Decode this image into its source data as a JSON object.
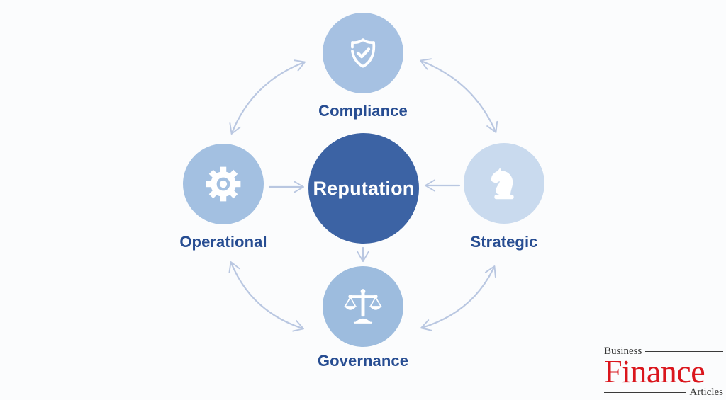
{
  "background": "#fbfcfd",
  "diagram": {
    "center": {
      "label": "Reputation",
      "color": "#3c63a4",
      "text_color": "#ffffff"
    },
    "nodes": [
      {
        "id": "compliance",
        "label": "Compliance",
        "icon": "shield-check-icon",
        "color": "#a6c1e2"
      },
      {
        "id": "operational",
        "label": "Operational",
        "icon": "gear-icon",
        "color": "#a3c0e1"
      },
      {
        "id": "strategic",
        "label": "Strategic",
        "icon": "chess-knight-icon",
        "color": "#c9daee"
      },
      {
        "id": "governance",
        "label": "Governance",
        "icon": "scales-of-justice-icon",
        "color": "#9dbcde"
      }
    ],
    "label_color": "#274d92",
    "arrow_color": "#b9c7e1",
    "icon_color": "#ffffff",
    "relations": [
      "Operational <-> Compliance",
      "Compliance <-> Strategic",
      "Operational <-> Governance",
      "Governance <-> Strategic",
      "Operational -> Reputation",
      "Strategic -> Reputation",
      "Reputation -> Governance"
    ]
  },
  "logo": {
    "top": "Business",
    "main": "Finance",
    "bottom": "Articles",
    "main_color": "#da161d",
    "text_color": "#333333"
  }
}
